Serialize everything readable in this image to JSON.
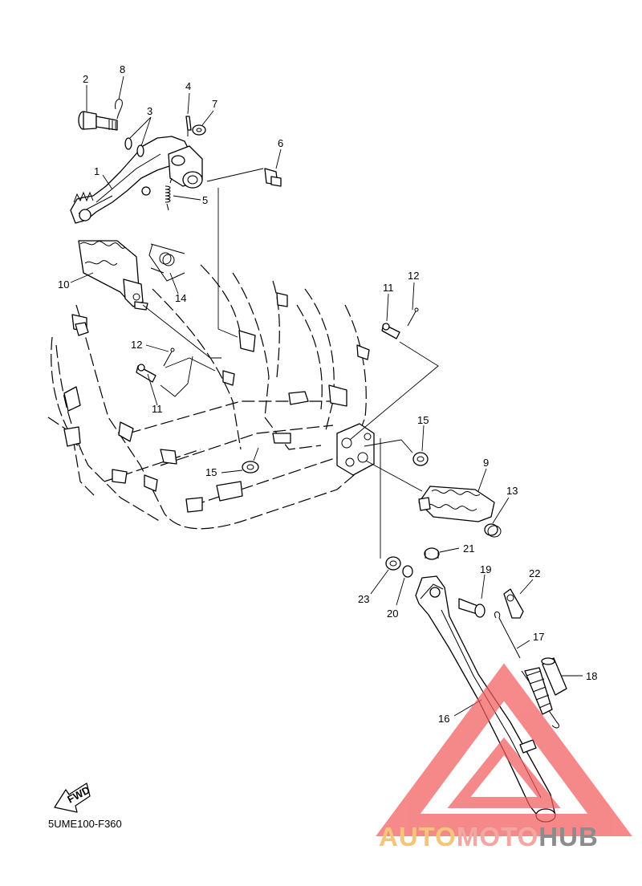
{
  "diagram": {
    "code": "5UME100-F360",
    "fwd_label": "FWD",
    "callouts": [
      {
        "id": "c1",
        "text": "1"
      },
      {
        "id": "c2",
        "text": "2"
      },
      {
        "id": "c3",
        "text": "3"
      },
      {
        "id": "c4",
        "text": "4"
      },
      {
        "id": "c5",
        "text": "5"
      },
      {
        "id": "c6",
        "text": "6"
      },
      {
        "id": "c7",
        "text": "7"
      },
      {
        "id": "c8",
        "text": "8"
      },
      {
        "id": "c9",
        "text": "9"
      },
      {
        "id": "c10",
        "text": "10"
      },
      {
        "id": "c11a",
        "text": "11"
      },
      {
        "id": "c11b",
        "text": "11"
      },
      {
        "id": "c12a",
        "text": "12"
      },
      {
        "id": "c12b",
        "text": "12"
      },
      {
        "id": "c13",
        "text": "13"
      },
      {
        "id": "c14",
        "text": "14"
      },
      {
        "id": "c15a",
        "text": "15"
      },
      {
        "id": "c15b",
        "text": "15"
      },
      {
        "id": "c16",
        "text": "16"
      },
      {
        "id": "c17",
        "text": "17"
      },
      {
        "id": "c18",
        "text": "18"
      },
      {
        "id": "c19",
        "text": "19"
      },
      {
        "id": "c20",
        "text": "20"
      },
      {
        "id": "c21",
        "text": "21"
      },
      {
        "id": "c22",
        "text": "22"
      },
      {
        "id": "c23",
        "text": "23"
      }
    ]
  },
  "watermark": {
    "part1": "AUTO",
    "part2": "MOTO",
    "part3": "HUB",
    "color_auto": "#f5c57a",
    "color_moto": "#f2a7a3",
    "color_hub": "#8c8c8c",
    "logo_color": "#f25c5c"
  }
}
